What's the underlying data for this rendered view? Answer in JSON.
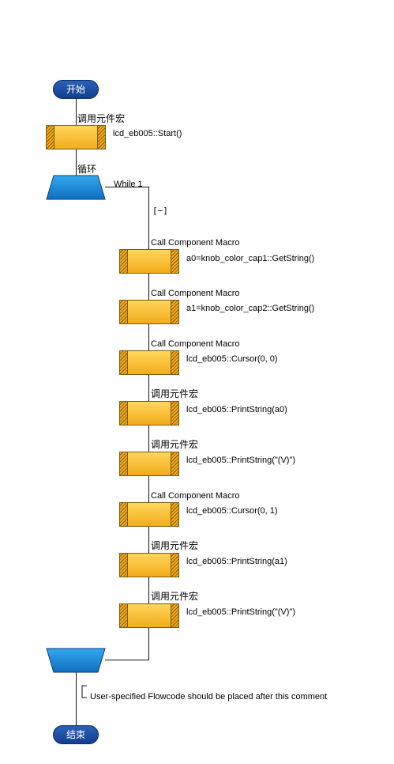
{
  "start": {
    "label": "开始"
  },
  "end": {
    "label": "结束"
  },
  "top_macro": {
    "header": "调用元件宏",
    "text": "lcd_eb005::Start()"
  },
  "loop": {
    "header": "循环",
    "condition": "While 1",
    "collapse": "[−]"
  },
  "loop_items": [
    {
      "header": "Call Component Macro",
      "text": "a0=knob_color_cap1::GetString()"
    },
    {
      "header": "Call Component Macro",
      "text": "a1=knob_color_cap2::GetString()"
    },
    {
      "header": "Call Component Macro",
      "text": "lcd_eb005::Cursor(0, 0)"
    },
    {
      "header": "调用元件宏",
      "text": "lcd_eb005::PrintString(a0)"
    },
    {
      "header": "调用元件宏",
      "text": "lcd_eb005::PrintString(\"(V)\")"
    },
    {
      "header": "Call Component Macro",
      "text": "lcd_eb005::Cursor(0, 1)"
    },
    {
      "header": "调用元件宏",
      "text": "lcd_eb005::PrintString(a1)"
    },
    {
      "header": "调用元件宏",
      "text": "lcd_eb005::PrintString(\"(V)\")"
    }
  ],
  "comment": {
    "text": "User-specified Flowcode should be placed after this comment"
  },
  "colors": {
    "terminal": "#1a4a9c",
    "macro": "#f7b731",
    "loop": "#1e8fd6"
  }
}
